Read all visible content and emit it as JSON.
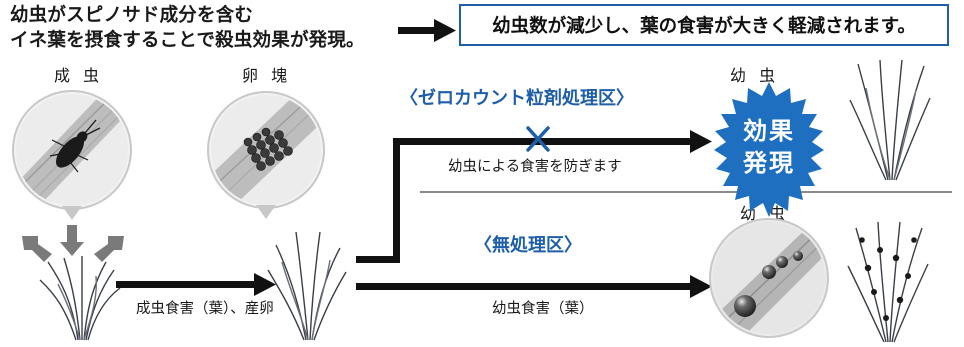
{
  "intro": {
    "line1": "幼虫がスピノサド成分を含む",
    "line2": "イネ葉を摂食することで殺虫効果が発現。"
  },
  "result": {
    "text": "幼虫数が減少し、葉の食害が大きく軽減されます。"
  },
  "stages": {
    "adult": "成 虫",
    "eggs": "卵 塊",
    "larva_top": "幼 虫",
    "larva_bottom": "幼 虫"
  },
  "treated": {
    "title": "〈ゼロカウント粒剤処理区〉",
    "blocked_note": "幼虫による食害を防ぎます",
    "effect_line1": "効果",
    "effect_line2": "発現"
  },
  "untreated": {
    "title": "〈無処理区〉",
    "note": "幼虫食害（葉）"
  },
  "adult_path": {
    "note": "成虫食害（葉）、産卵"
  },
  "colors": {
    "accent": "#1f5fa8",
    "arrow": "#111111",
    "burst": "#1f6fc1"
  }
}
